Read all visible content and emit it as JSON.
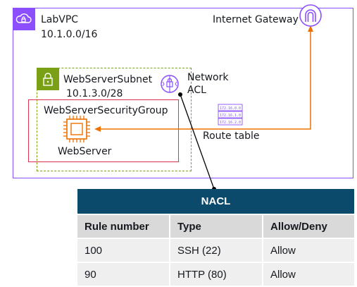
{
  "vpc": {
    "name": "LabVPC",
    "cidr": "10.1.0.0/16",
    "icon": "vpc-cloud-icon"
  },
  "subnet": {
    "name": "WebServerSubnet",
    "cidr": "10.1.3.0/28",
    "icon": "padlock-icon"
  },
  "security_group": {
    "name": "WebServerSecurityGroup"
  },
  "server": {
    "label": "WebServer",
    "icon": "ec2-chip-icon"
  },
  "nacl": {
    "line1": "Network",
    "line2": "ACL",
    "icon": "network-acl-icon"
  },
  "internet_gateway": {
    "label": "Internet Gateway",
    "icon": "internet-gateway-icon"
  },
  "route_table": {
    "label": "Route table",
    "entries": [
      "172.16.0.0",
      "172.16.1.0",
      "172.16.2.0"
    ],
    "icon": "route-table-icon"
  },
  "nacl_table": {
    "title": "NACL",
    "columns": [
      "Rule number",
      "Type",
      "Allow/Deny"
    ],
    "rows": [
      [
        "100",
        "SSH (22)",
        "Allow"
      ],
      [
        "90",
        "HTTP (80)",
        "Allow"
      ]
    ]
  },
  "colors": {
    "vpc": "#8c4fff",
    "subnet": "#7aa116",
    "security_group": "#dd344c",
    "ec2": "#ed7100",
    "route_line": "#ed7100",
    "table_header": "#0b4a6b"
  }
}
